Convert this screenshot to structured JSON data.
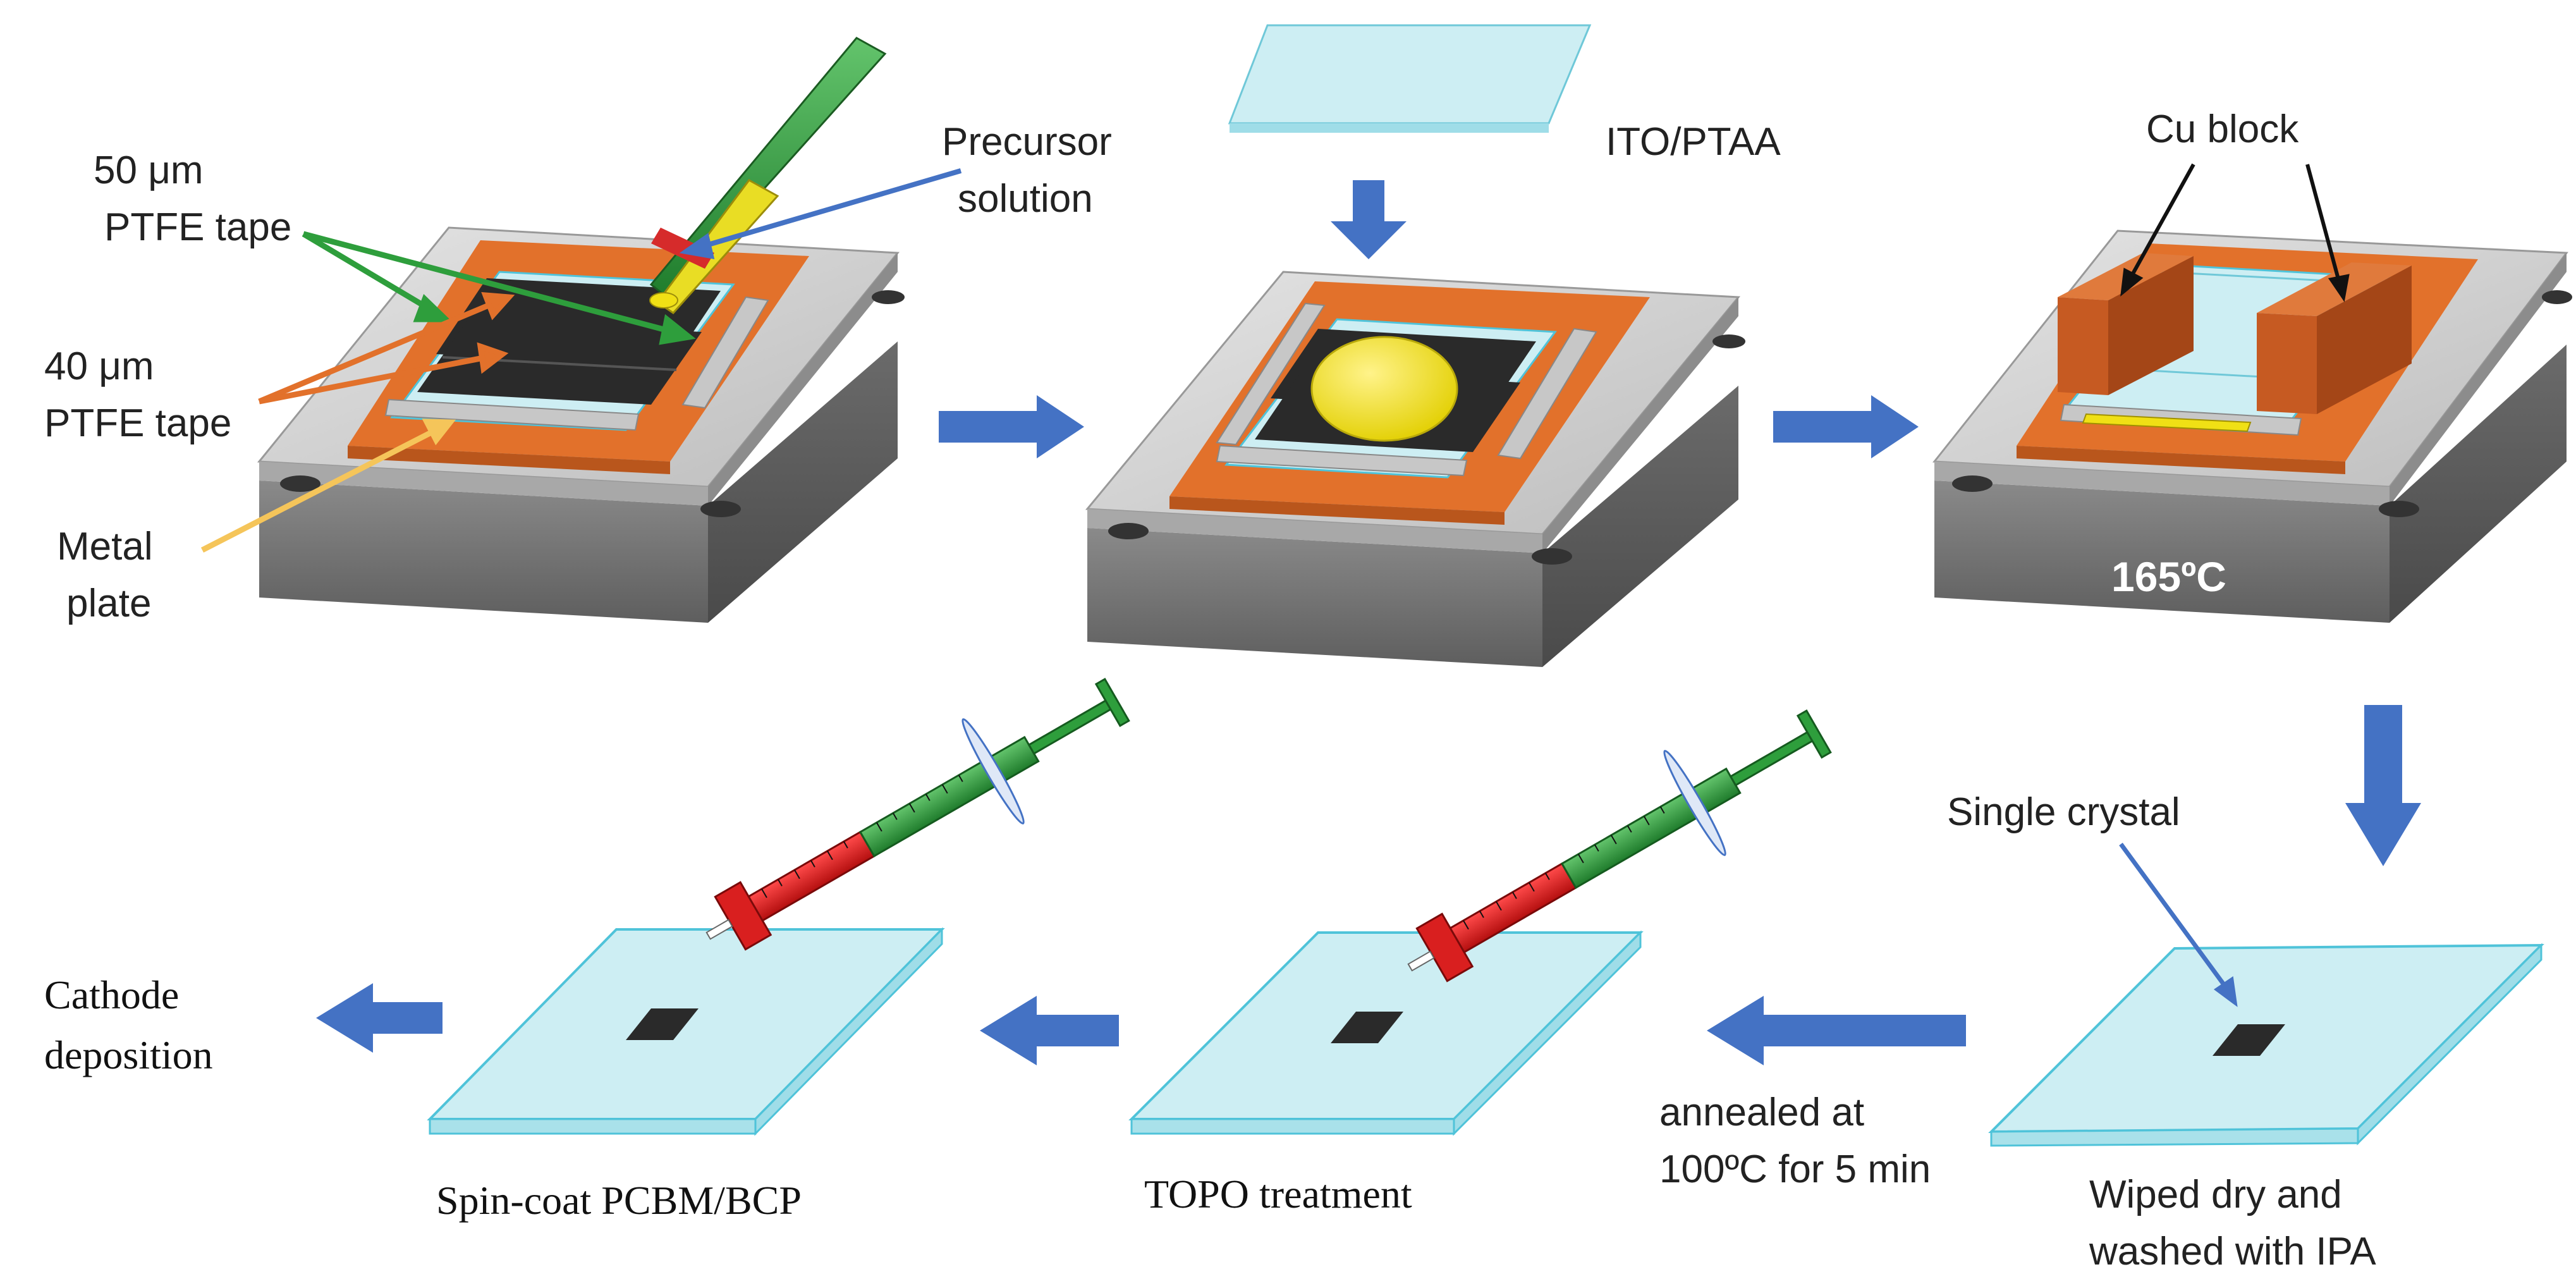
{
  "step1": {
    "label_50um": [
      "50 μm",
      "PTFE tape"
    ],
    "label_40um": [
      "40 μm",
      "PTFE tape"
    ],
    "label_metal": [
      "Metal",
      "plate"
    ]
  },
  "step2": {
    "label_precursor": [
      "Precursor",
      "solution"
    ],
    "label_ito": "ITO/PTAA"
  },
  "step3": {
    "label_cu": "Cu block",
    "temperature": "165ºC"
  },
  "step4": {
    "label_crystal": "Single crystal",
    "caption": [
      "Wiped dry and",
      "washed with IPA"
    ]
  },
  "annealing": [
    "annealed at",
    "100ºC for 5 min"
  ],
  "step5": {
    "caption": "TOPO treatment"
  },
  "step6": {
    "caption": "Spin-coat PCBM/BCP"
  },
  "final": [
    "Cathode",
    "deposition"
  ],
  "colors": {
    "arrow": "#4472c4",
    "orange": "#e2712b",
    "glass": "#cdeef3",
    "glass_edge": "#4fc3d9",
    "crystal": "#2a2a2a",
    "solution": "#f0e015",
    "copper": "#c65a22",
    "green_syringe": "#2e9e3c",
    "red_syringe": "#d91f1f"
  }
}
